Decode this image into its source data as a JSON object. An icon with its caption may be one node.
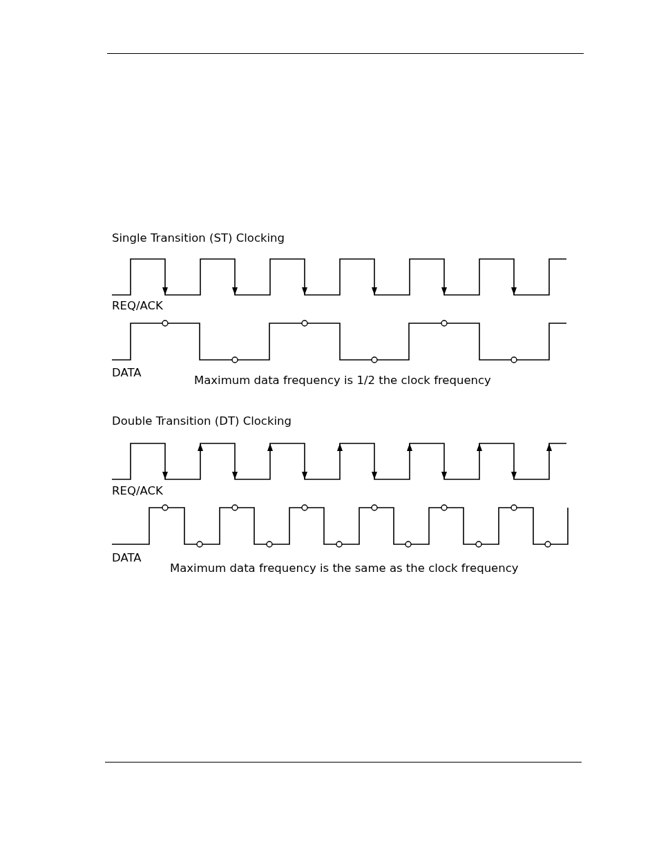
{
  "diagram": {
    "labels": [
      "Single Transition (ST) Clocking",
      "REQ/ACK",
      "DATA",
      "Maximum data frequency is 1/2 the clock frequency",
      "Double Transition (DT) Clocking",
      "REQ/ACK",
      "DATA",
      "Maximum data frequency is the same as the clock frequency"
    ]
  }
}
